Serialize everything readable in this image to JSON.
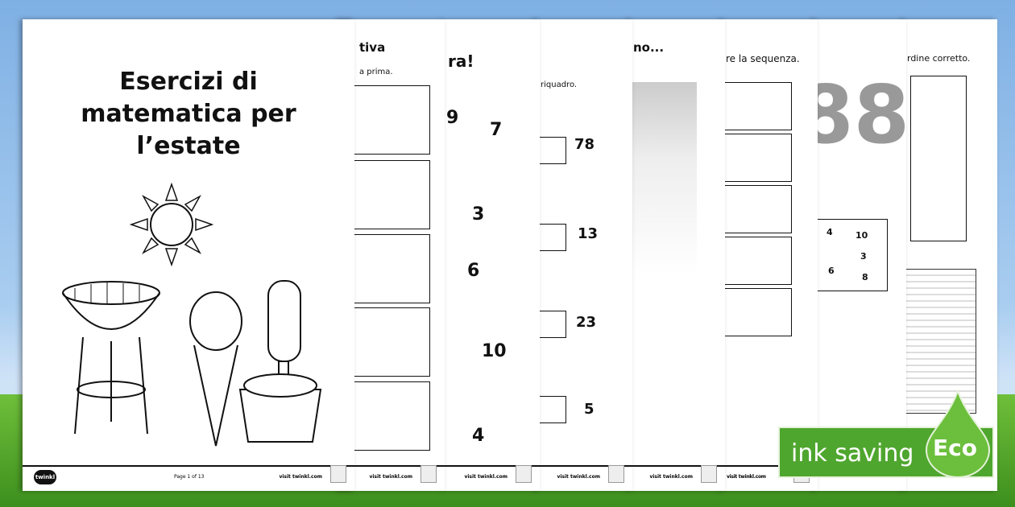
{
  "front_page": {
    "title_lines": [
      "Esercizi di",
      "matematica per",
      "l’estate"
    ],
    "page_label": "Page 1 of 13",
    "visit": "visit twinkl.com",
    "logo": "twinkl"
  },
  "pages": [
    {
      "title": "tiva",
      "subtitle": "a prima."
    },
    {
      "title": "ra!",
      "numbers": [
        "9",
        "7",
        "3",
        "6",
        "10",
        "4"
      ]
    },
    {
      "subtitle": "riquadro.",
      "popsicle_numbers": [
        "78",
        "13",
        "23",
        "5"
      ]
    },
    {
      "title": "no..."
    },
    {
      "title": "re la sequenza."
    },
    {
      "big_number": "88",
      "numbers": [
        "4",
        "10",
        "3",
        "6",
        "8"
      ]
    },
    {
      "title": "rdine corretto."
    }
  ],
  "footer": {
    "visit": "visit twinkl.com"
  },
  "eco_badge": {
    "label": "ink saving",
    "eco": "Eco",
    "color": "#4fa62e"
  }
}
